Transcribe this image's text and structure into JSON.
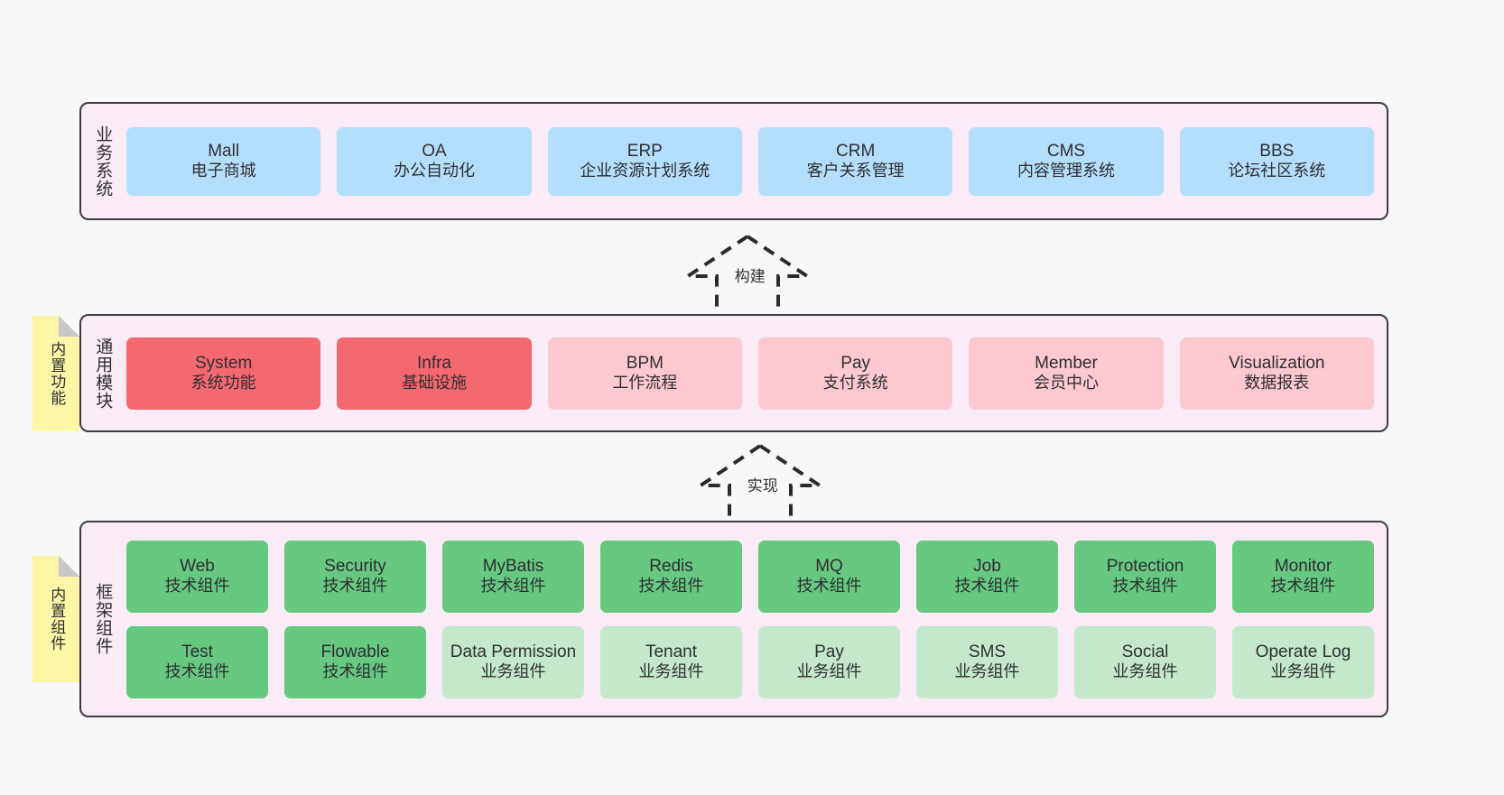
{
  "diagram": {
    "background_color": "#f7f8f8",
    "layer_fill": "#f9ecf6",
    "layer_border": "#3d3d42"
  },
  "layers": [
    {
      "id": "business",
      "title": "业务系统",
      "accent": "#b4dffc",
      "rows": [
        {
          "cells": [
            {
              "en": "Mall",
              "cn": "电子商城",
              "style": "blue"
            },
            {
              "en": "OA",
              "cn": "办公自动化",
              "style": "blue"
            },
            {
              "en": "ERP",
              "cn": "企业资源计划系统",
              "style": "blue"
            },
            {
              "en": "CRM",
              "cn": "客户关系管理",
              "style": "blue"
            },
            {
              "en": "CMS",
              "cn": "内容管理系统",
              "style": "blue"
            },
            {
              "en": "BBS",
              "cn": "论坛社区系统",
              "style": "blue"
            }
          ]
        }
      ]
    },
    {
      "id": "modules",
      "title": "通用模块",
      "accent": "#f4696f",
      "rows": [
        {
          "cells": [
            {
              "en": "System",
              "cn": "系统功能",
              "style": "red"
            },
            {
              "en": "Infra",
              "cn": "基础设施",
              "style": "red"
            },
            {
              "en": "BPM",
              "cn": "工作流程",
              "style": "pink"
            },
            {
              "en": "Pay",
              "cn": "支付系统",
              "style": "pink"
            },
            {
              "en": "Member",
              "cn": "会员中心",
              "style": "pink"
            },
            {
              "en": "Visualization",
              "cn": "数据报表",
              "style": "pink"
            }
          ]
        }
      ]
    },
    {
      "id": "framework",
      "title": "框架组件",
      "accent": "#66c97f",
      "rows": [
        {
          "cells": [
            {
              "en": "Web",
              "cn": "技术组件",
              "style": "green"
            },
            {
              "en": "Security",
              "cn": "技术组件",
              "style": "green"
            },
            {
              "en": "MyBatis",
              "cn": "技术组件",
              "style": "green"
            },
            {
              "en": "Redis",
              "cn": "技术组件",
              "style": "green"
            },
            {
              "en": "MQ",
              "cn": "技术组件",
              "style": "green"
            },
            {
              "en": "Job",
              "cn": "技术组件",
              "style": "green"
            },
            {
              "en": "Protection",
              "cn": "技术组件",
              "style": "green"
            },
            {
              "en": "Monitor",
              "cn": "技术组件",
              "style": "green"
            }
          ]
        },
        {
          "cells": [
            {
              "en": "Test",
              "cn": "技术组件",
              "style": "green"
            },
            {
              "en": "Flowable",
              "cn": "技术组件",
              "style": "green"
            },
            {
              "en": "Data Permission",
              "cn": "业务组件",
              "style": "lightgreen"
            },
            {
              "en": "Tenant",
              "cn": "业务组件",
              "style": "lightgreen"
            },
            {
              "en": "Pay",
              "cn": "业务组件",
              "style": "lightgreen"
            },
            {
              "en": "SMS",
              "cn": "业务组件",
              "style": "lightgreen"
            },
            {
              "en": "Social",
              "cn": "业务组件",
              "style": "lightgreen"
            },
            {
              "en": "Operate Log",
              "cn": "业务组件",
              "style": "lightgreen"
            }
          ]
        }
      ]
    }
  ],
  "notes": [
    {
      "id": "builtin-func",
      "text": "内置功能",
      "color": "#fbf7a6"
    },
    {
      "id": "builtin-comp",
      "text": "内置组件",
      "color": "#fbf7a6"
    }
  ],
  "connectors": [
    {
      "id": "build",
      "label": "构建",
      "style": "dashed-generalization",
      "direction": "up"
    },
    {
      "id": "impl",
      "label": "实现",
      "style": "dashed-generalization",
      "direction": "up"
    }
  ]
}
